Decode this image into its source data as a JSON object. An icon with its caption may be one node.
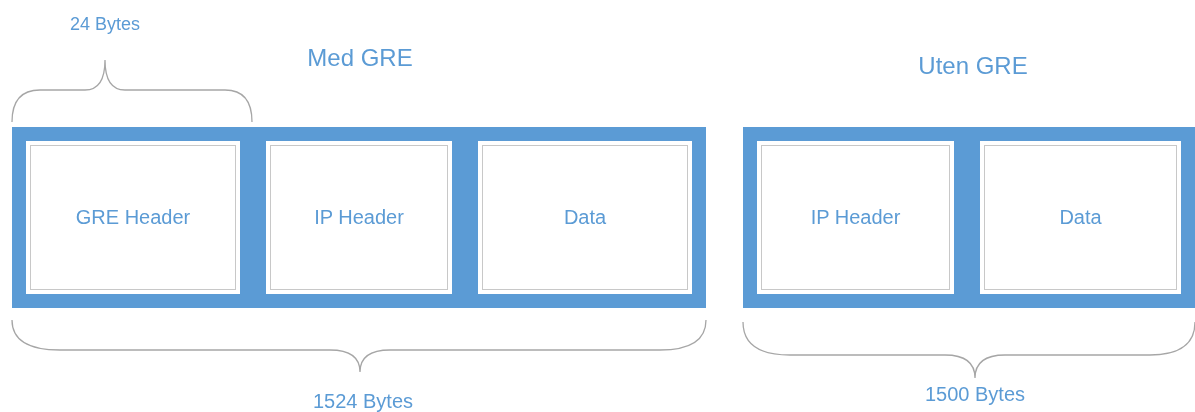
{
  "diagram": {
    "nodes": [
      {
        "text": [
          "GRE Header"
        ]
      },
      {
        "text": [
          "IP Header"
        ]
      },
      {
        "text": [
          "Data"
        ]
      },
      {
        "text": [
          "IP Header"
        ]
      },
      {
        "text": [
          "Data"
        ]
      }
    ],
    "labels": [
      "24 Bytes",
      "Med GRE",
      "Uten GRE",
      "1524 Bytes",
      "1500 Bytes"
    ]
  }
}
